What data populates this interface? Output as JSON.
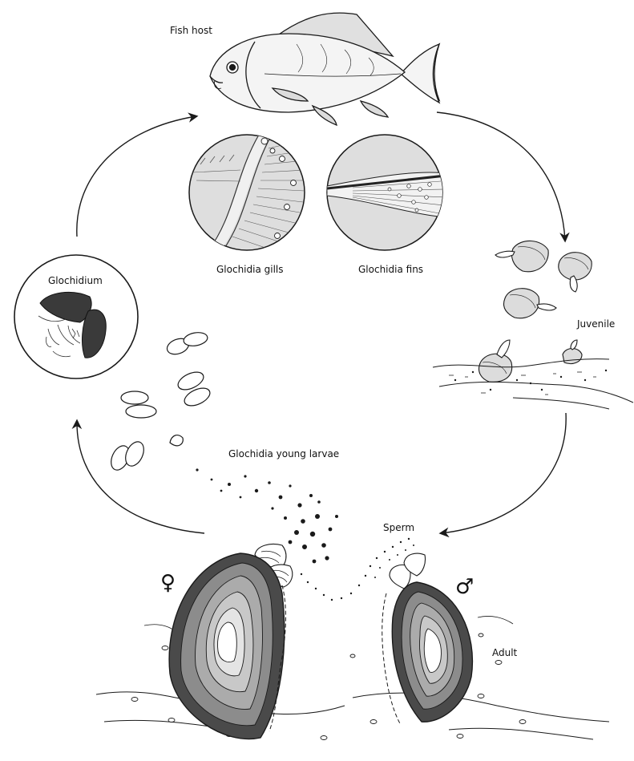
{
  "labels": {
    "fish_host": "Fish host",
    "glochidia_gills": "Glochidia gills",
    "glochidia_fins": "Glochidia fins",
    "glochidium": "Glochidium",
    "juvenile": "Juvenile",
    "young_larvae": "Glochidia young larvae",
    "sperm": "Sperm",
    "adult": "Adult"
  },
  "symbols": {
    "female": "♀",
    "male": "♂"
  },
  "colors": {
    "line": "#1a1a1a",
    "shell_dark": "#4a4a4a",
    "shell_mid": "#8c8c8c",
    "shell_light": "#c8c8c8",
    "circle_fill": "#dcdcdc",
    "fish_fill": "#f4f4f4"
  }
}
